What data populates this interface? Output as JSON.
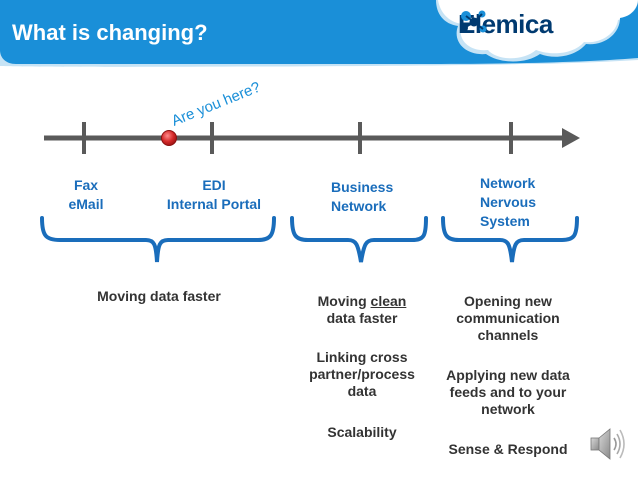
{
  "slide": {
    "title": "What is changing?",
    "header_color": "#1a8fd8"
  },
  "logo": {
    "text": "Elemica",
    "icon": "elemica-logo-icon",
    "color": "#003a70"
  },
  "timeline": {
    "marker_text": "Are you here?",
    "marker_text_color": "#1a8fd8",
    "line_color": "#5a5a5a",
    "marker_color": "#d42a2a",
    "stages": [
      {
        "lines": [
          "Fax",
          "eMail"
        ]
      },
      {
        "lines": [
          "EDI",
          "Internal Portal"
        ]
      },
      {
        "lines": [
          "Business",
          "Network"
        ]
      },
      {
        "lines": [
          "Network",
          "Nervous",
          "System"
        ]
      }
    ]
  },
  "groups": [
    {
      "items": [
        "Moving data faster"
      ]
    },
    {
      "items": [
        {
          "prefix": "Moving ",
          "emphasis": "clean",
          "suffix": " data faster"
        },
        "Linking cross partner/process data",
        "Scalability"
      ]
    },
    {
      "items": [
        "Opening new communication channels",
        "Applying new data feeds and to your network",
        "Sense & Respond"
      ]
    }
  ],
  "colors": {
    "label": "#1a6dbb",
    "description": "#333333",
    "brace": "#1a6dbb"
  },
  "audio": {
    "icon": "speaker-icon"
  }
}
